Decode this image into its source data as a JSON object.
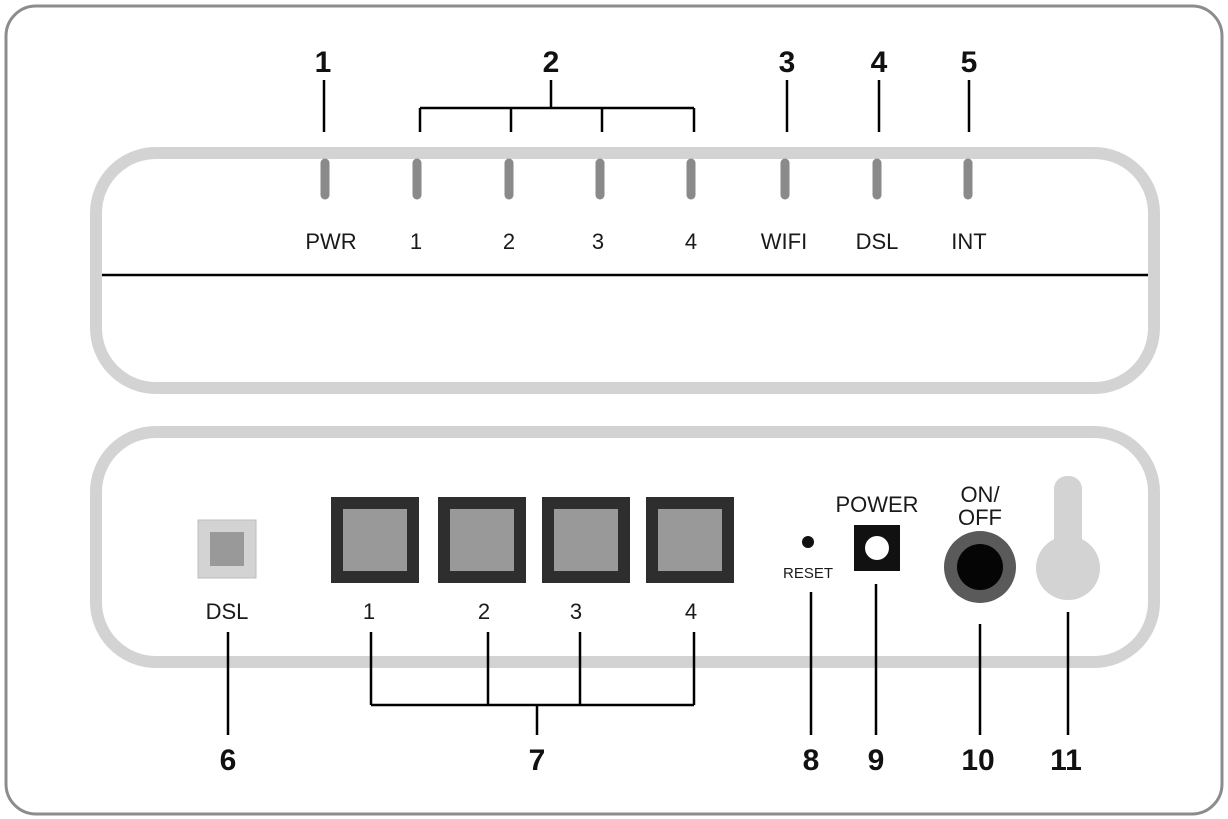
{
  "callouts": {
    "c1": "1",
    "c2": "2",
    "c3": "3",
    "c4": "4",
    "c5": "5",
    "c6": "6",
    "c7": "7",
    "c8": "8",
    "c9": "9",
    "c10": "10",
    "c11": "11"
  },
  "front_panel": {
    "leds": {
      "pwr": "PWR",
      "lan1": "1",
      "lan2": "2",
      "lan3": "3",
      "lan4": "4",
      "wifi": "WIFI",
      "dsl": "DSL",
      "int": "INT"
    }
  },
  "back_panel": {
    "dsl_port": "DSL",
    "lan_ports": [
      "1",
      "2",
      "3",
      "4"
    ],
    "reset": "RESET",
    "power_jack": "POWER",
    "switch_line1": "ON/",
    "switch_line2": "OFF"
  },
  "colors": {
    "frame": "#d3d3d3",
    "led": "#8a8a8a",
    "port_body": "#2e2e2e",
    "port_face": "#999999",
    "leader": "#000000"
  }
}
